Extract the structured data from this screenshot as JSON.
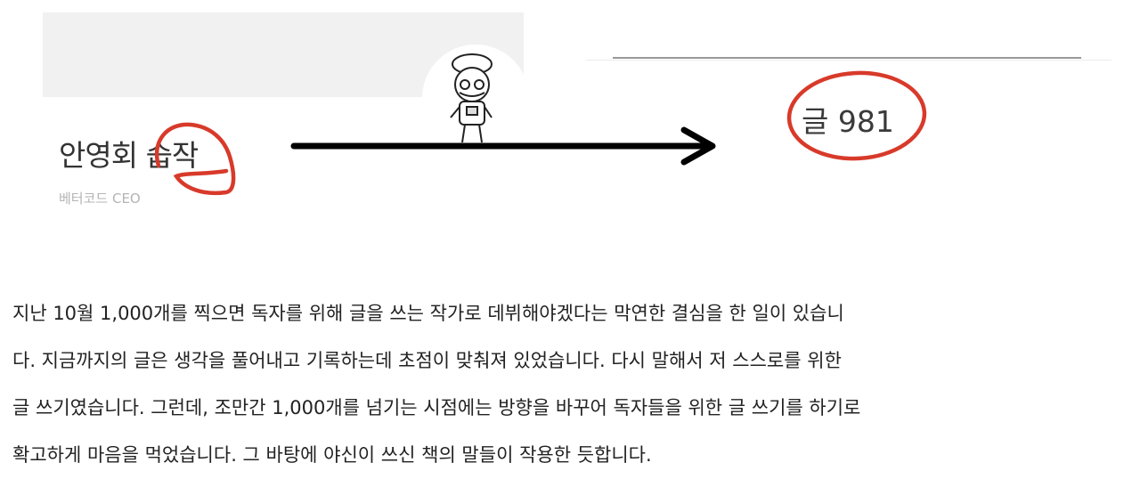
{
  "profile": {
    "name": "안영회 습작",
    "role": "베터코드 CEO"
  },
  "stats": {
    "post_count": "글 981"
  },
  "colors": {
    "annotation": "#d83a2a",
    "arrow": "#000000"
  },
  "icons": {
    "avatar": "cartoon-avatar-icon",
    "arrow": "arrow-right-icon"
  },
  "article": {
    "lines": [
      "지난 10월 1,000개를 찍으면 독자를 위해 글을 쓰는 작가로 데뷔해야겠다는 막연한 결심을 한 일이 있습니",
      "다. 지금까지의 글은 생각을 풀어내고 기록하는데 초점이 맞춰져 있었습니다. 다시 말해서 저 스스로를 위한",
      "글 쓰기였습니다. 그런데, 조만간 1,000개를 넘기는 시점에는 방향을 바꾸어 독자들을 위한 글 쓰기를 하기로",
      "확고하게 마음을 먹었습니다. 그 바탕에 야신이 쓰신 책의 말들이 작용한 듯합니다."
    ]
  }
}
